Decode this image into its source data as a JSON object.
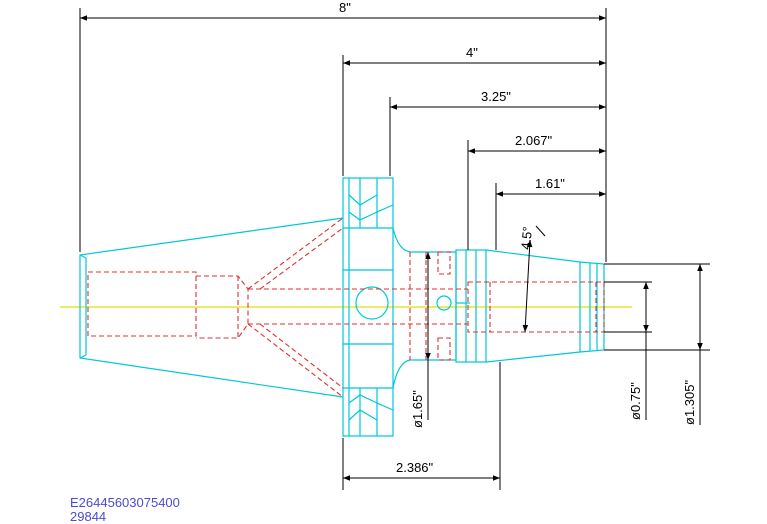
{
  "drawing": {
    "dimensions": {
      "overall_length": "8\"",
      "flange_to_end": "4\"",
      "length_3": "3.25\"",
      "length_4": "2.067\"",
      "length_5": "1.61\"",
      "taper_angle": "4.5°",
      "length_bottom": "2.386\"",
      "dia_165": "ø1.65\"",
      "dia_075": "ø0.75\"",
      "dia_1305": "ø1.305\""
    },
    "colors": {
      "outline": "#00c8d8",
      "hidden": "#e03030",
      "centerline": "#e0e000",
      "dimension": "#000000",
      "reference_text": "#4b4bd0"
    }
  },
  "reference": {
    "part_number": "E26445603075400",
    "code": "29844"
  }
}
